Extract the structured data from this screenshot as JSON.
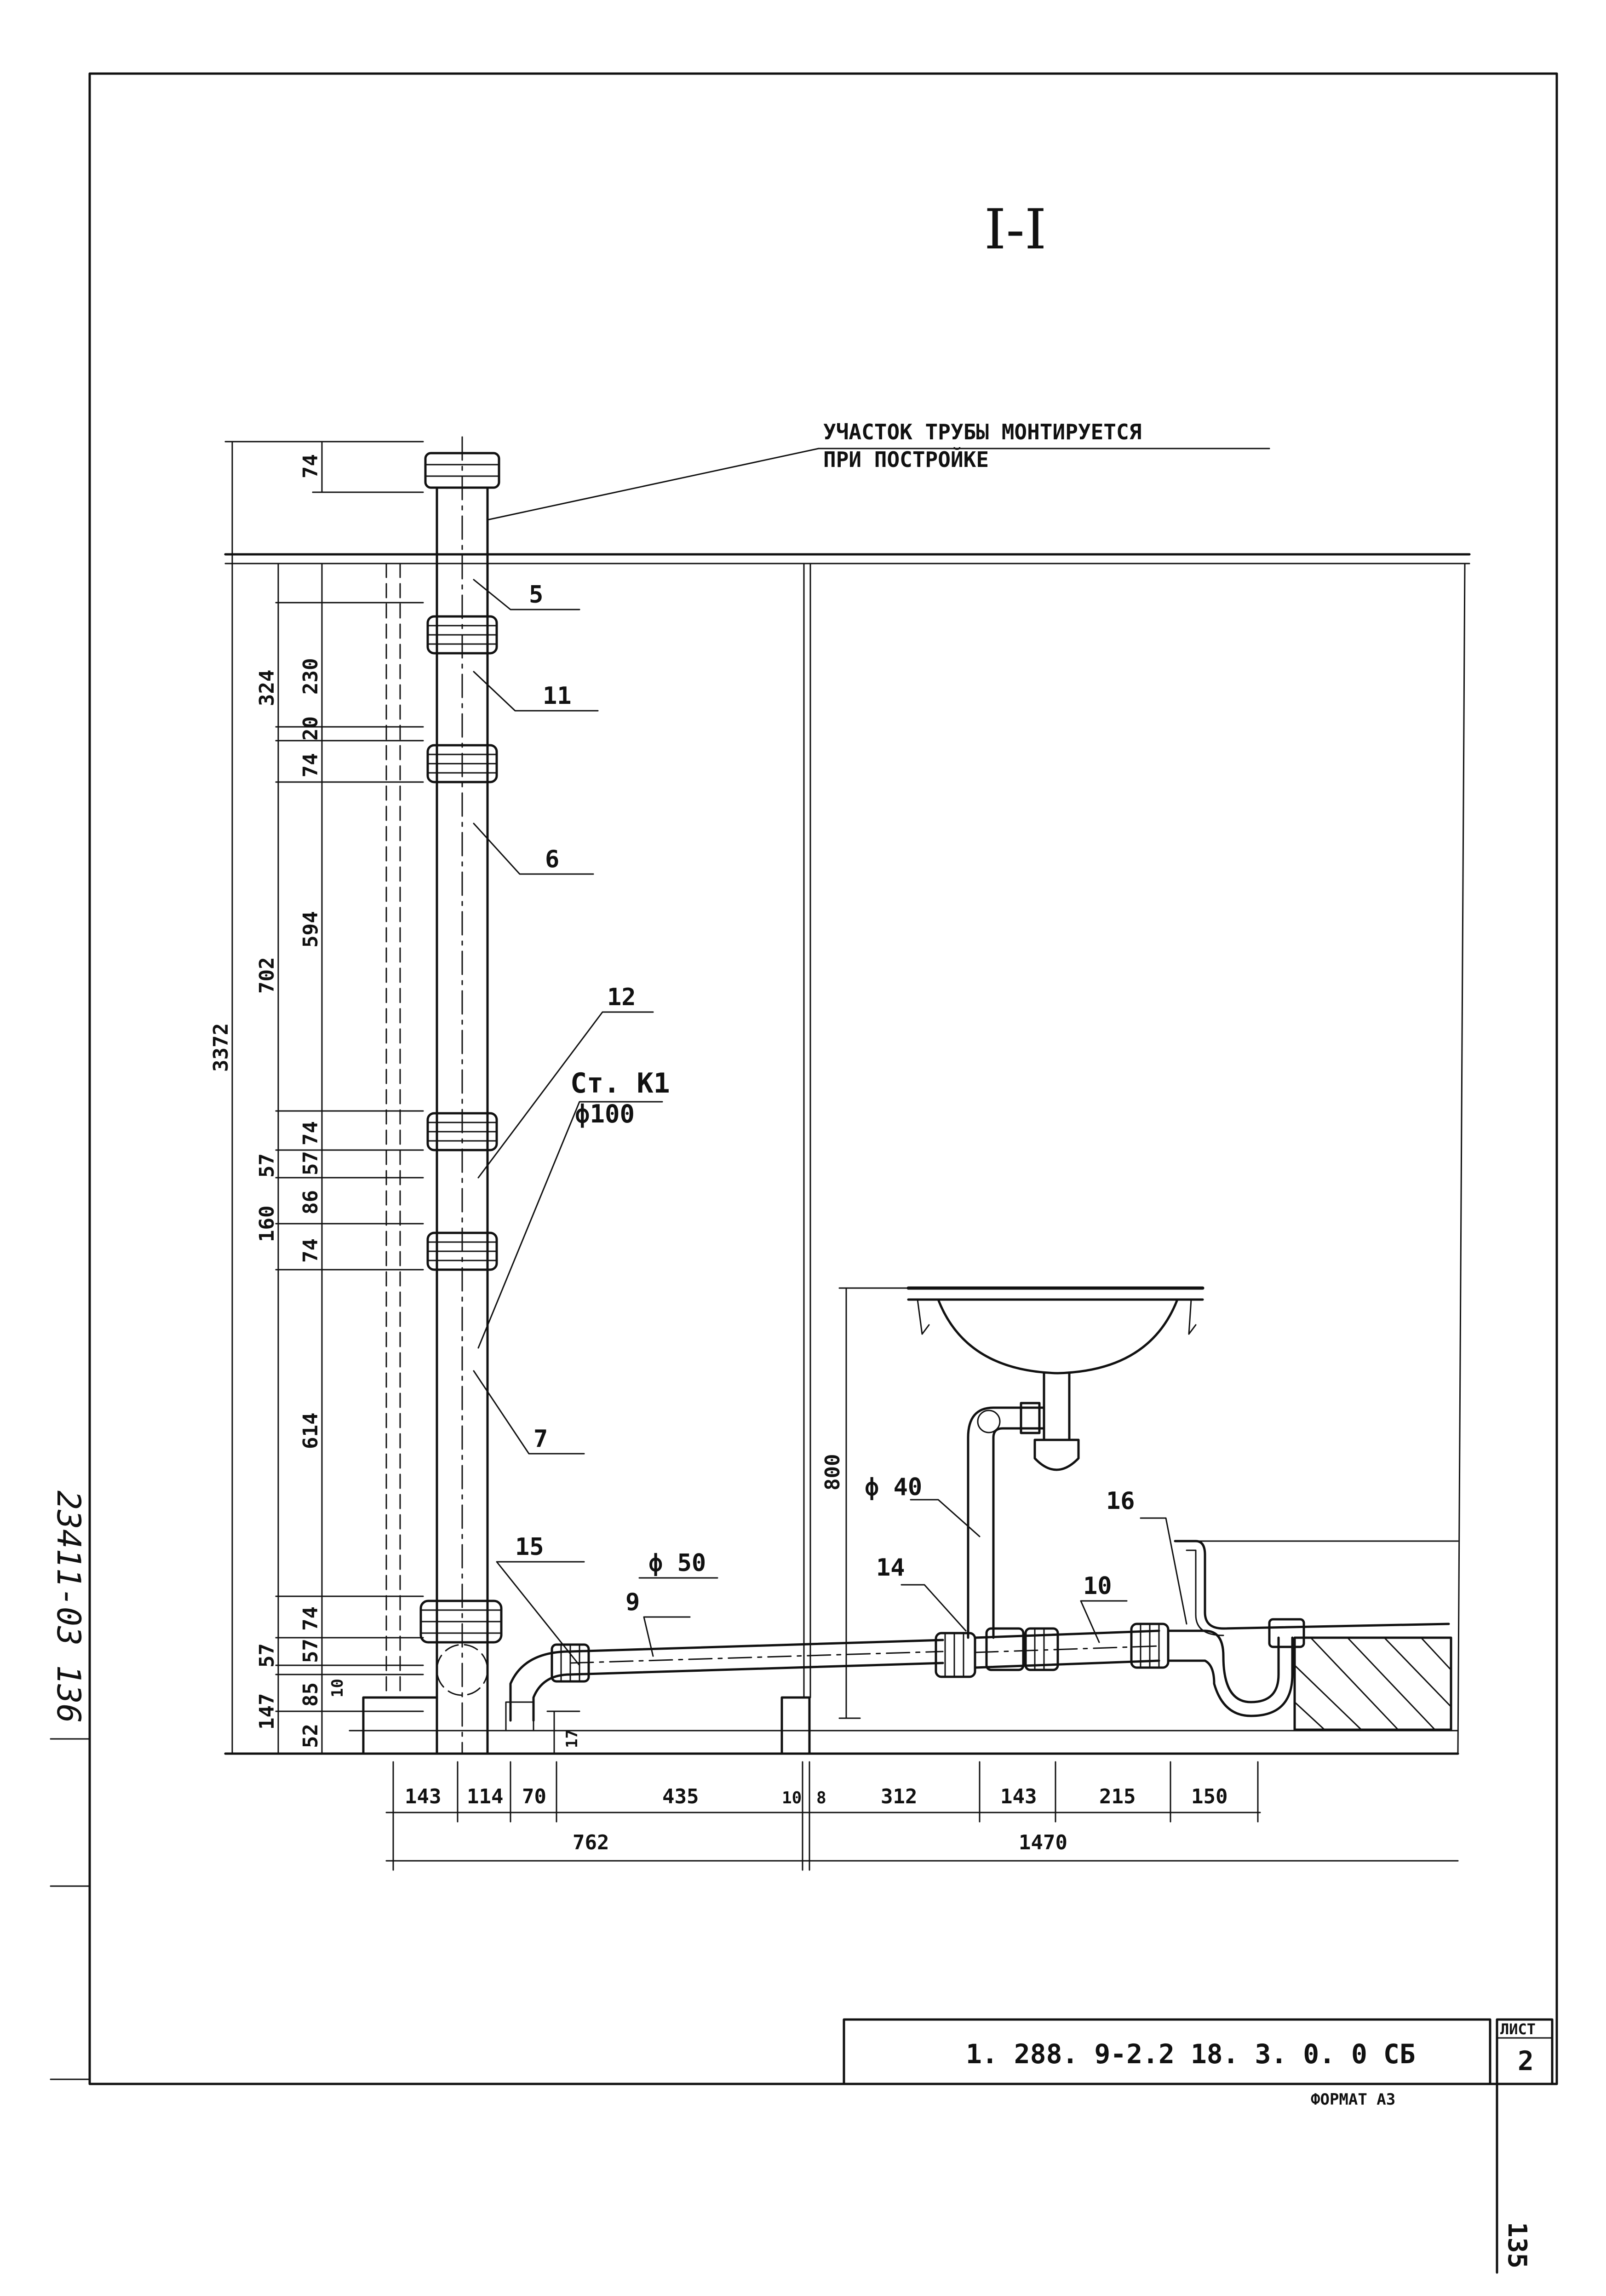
{
  "section_title": "I-I",
  "note": {
    "line1": "УЧАСТОК ТРУБЫ МОНТИРУЕТСЯ",
    "line2": "ПРИ ПОСТРОЙКЕ"
  },
  "riser": {
    "name": "Ст. К1",
    "diameter": "ф100"
  },
  "diameters": {
    "d50": "ф 50",
    "d40": "ф 40"
  },
  "callouts": [
    "5",
    "11",
    "6",
    "12",
    "7",
    "15",
    "9",
    "14",
    "10",
    "16"
  ],
  "dims_vertical": {
    "top": "74",
    "total": "3372",
    "d324": "324",
    "d230": "230",
    "d20": "20",
    "d74a": "74",
    "d702": "702",
    "d594": "594",
    "d74b": "74",
    "d57a": "57",
    "d57b": "57",
    "d160": "160",
    "d86": "86",
    "d74c": "74",
    "d614": "614",
    "d74d": "74",
    "d57c": "57",
    "d57d": "57",
    "d147": "147",
    "d85": "85",
    "d10": "10",
    "d52": "52",
    "d17": "17",
    "d800": "800"
  },
  "dims_horizontal": {
    "h143a": "143",
    "h114": "114",
    "h70": "70",
    "h435": "435",
    "h10": "10",
    "h8": "8",
    "h312": "312",
    "h143b": "143",
    "h215": "215",
    "h150": "150",
    "h762": "762",
    "h1470": "1470"
  },
  "stamp": {
    "code": "1. 288. 9-2.2  18. 3. 0. 0 СБ",
    "sheet_label": "ЛИСТ",
    "sheet_number": "2",
    "format": "ФОРМАТ А3"
  },
  "side_stamp": "23411-03  136",
  "page_mark": "135"
}
